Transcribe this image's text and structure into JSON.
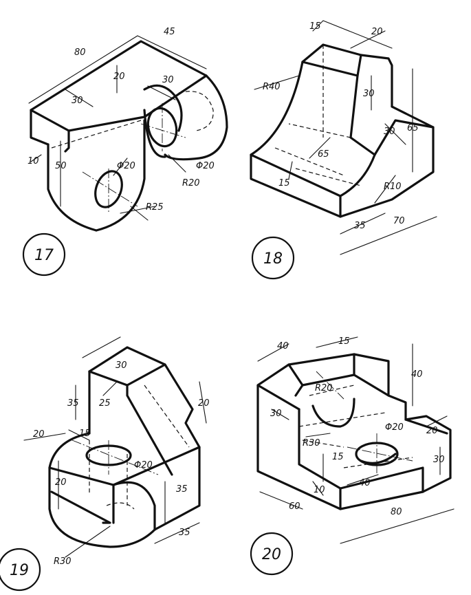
{
  "figures": [
    {
      "number": "17",
      "dims": {
        "d80": "80",
        "d45": "45",
        "d20": "20",
        "d30a": "30",
        "d30b": "30",
        "d10": "10",
        "d50": "50",
        "phi20a": "Φ20",
        "phi20b": "Φ20",
        "r20": "R20",
        "r25": "R25"
      }
    },
    {
      "number": "18",
      "dims": {
        "d15": "15",
        "d20": "20",
        "r40": "R40",
        "d30": "30",
        "d65a": "65",
        "d30b": "30",
        "d65b": "65",
        "d15b": "15",
        "r10": "R10",
        "d35": "35",
        "d70": "70"
      }
    },
    {
      "number": "19",
      "dims": {
        "d30": "30",
        "d35a": "35",
        "d25": "25",
        "d20a": "20",
        "d20b": "20",
        "d15": "15",
        "phi20": "Φ20",
        "d20c": "20",
        "d35b": "35",
        "d35c": "35",
        "r30": "R30"
      }
    },
    {
      "number": "20",
      "dims": {
        "d40a": "40",
        "d15a": "15",
        "r20": "R20",
        "d40b": "40",
        "d30a": "30",
        "r30": "R30",
        "d15b": "15",
        "phi20": "Φ20",
        "d20": "20",
        "d30b": "30",
        "d10": "10",
        "d40c": "40",
        "d60": "60",
        "d80": "80"
      }
    }
  ]
}
